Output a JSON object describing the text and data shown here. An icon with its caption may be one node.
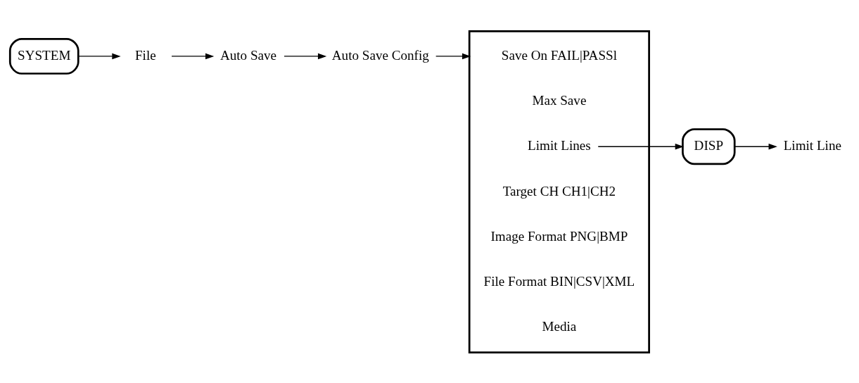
{
  "diagram": {
    "nodes": [
      {
        "text": [
          "SYSTEM"
        ]
      },
      {
        "text": [
          "File"
        ]
      },
      {
        "text": [
          "Auto Save"
        ]
      },
      {
        "text": [
          "Auto Save Config"
        ]
      },
      {
        "text": [],
        "shape": "bracket"
      },
      {
        "text": [
          "Save On FAIL|PASSl"
        ],
        "in": 4
      },
      {
        "text": [
          "Max Save"
        ],
        "in": 4
      },
      {
        "text": [
          "Limit Lines"
        ],
        "in": 4
      },
      {
        "text": [
          "Target CH CH1|CH2"
        ],
        "in": 4
      },
      {
        "text": [
          "Image Format PNG|BMP"
        ],
        "in": 4
      },
      {
        "text": [
          "File Format BIN|CSV|XML"
        ],
        "in": 4
      },
      {
        "text": [
          "Media"
        ],
        "in": 4
      },
      {
        "text": [
          "DISP"
        ]
      },
      {
        "text": [
          "Limit Line"
        ]
      }
    ],
    "edges": [
      {
        "from": 0,
        "to": 1,
        "arrow": "to"
      },
      {
        "from": 1,
        "to": 2,
        "arrow": "to"
      },
      {
        "from": 2,
        "to": 3,
        "arrow": "to"
      },
      {
        "from": 3,
        "to": 4,
        "arrow": "to"
      },
      {
        "from": 7,
        "to": 12,
        "arrow": "to"
      },
      {
        "from": 12,
        "to": 13,
        "arrow": "to"
      }
    ]
  }
}
